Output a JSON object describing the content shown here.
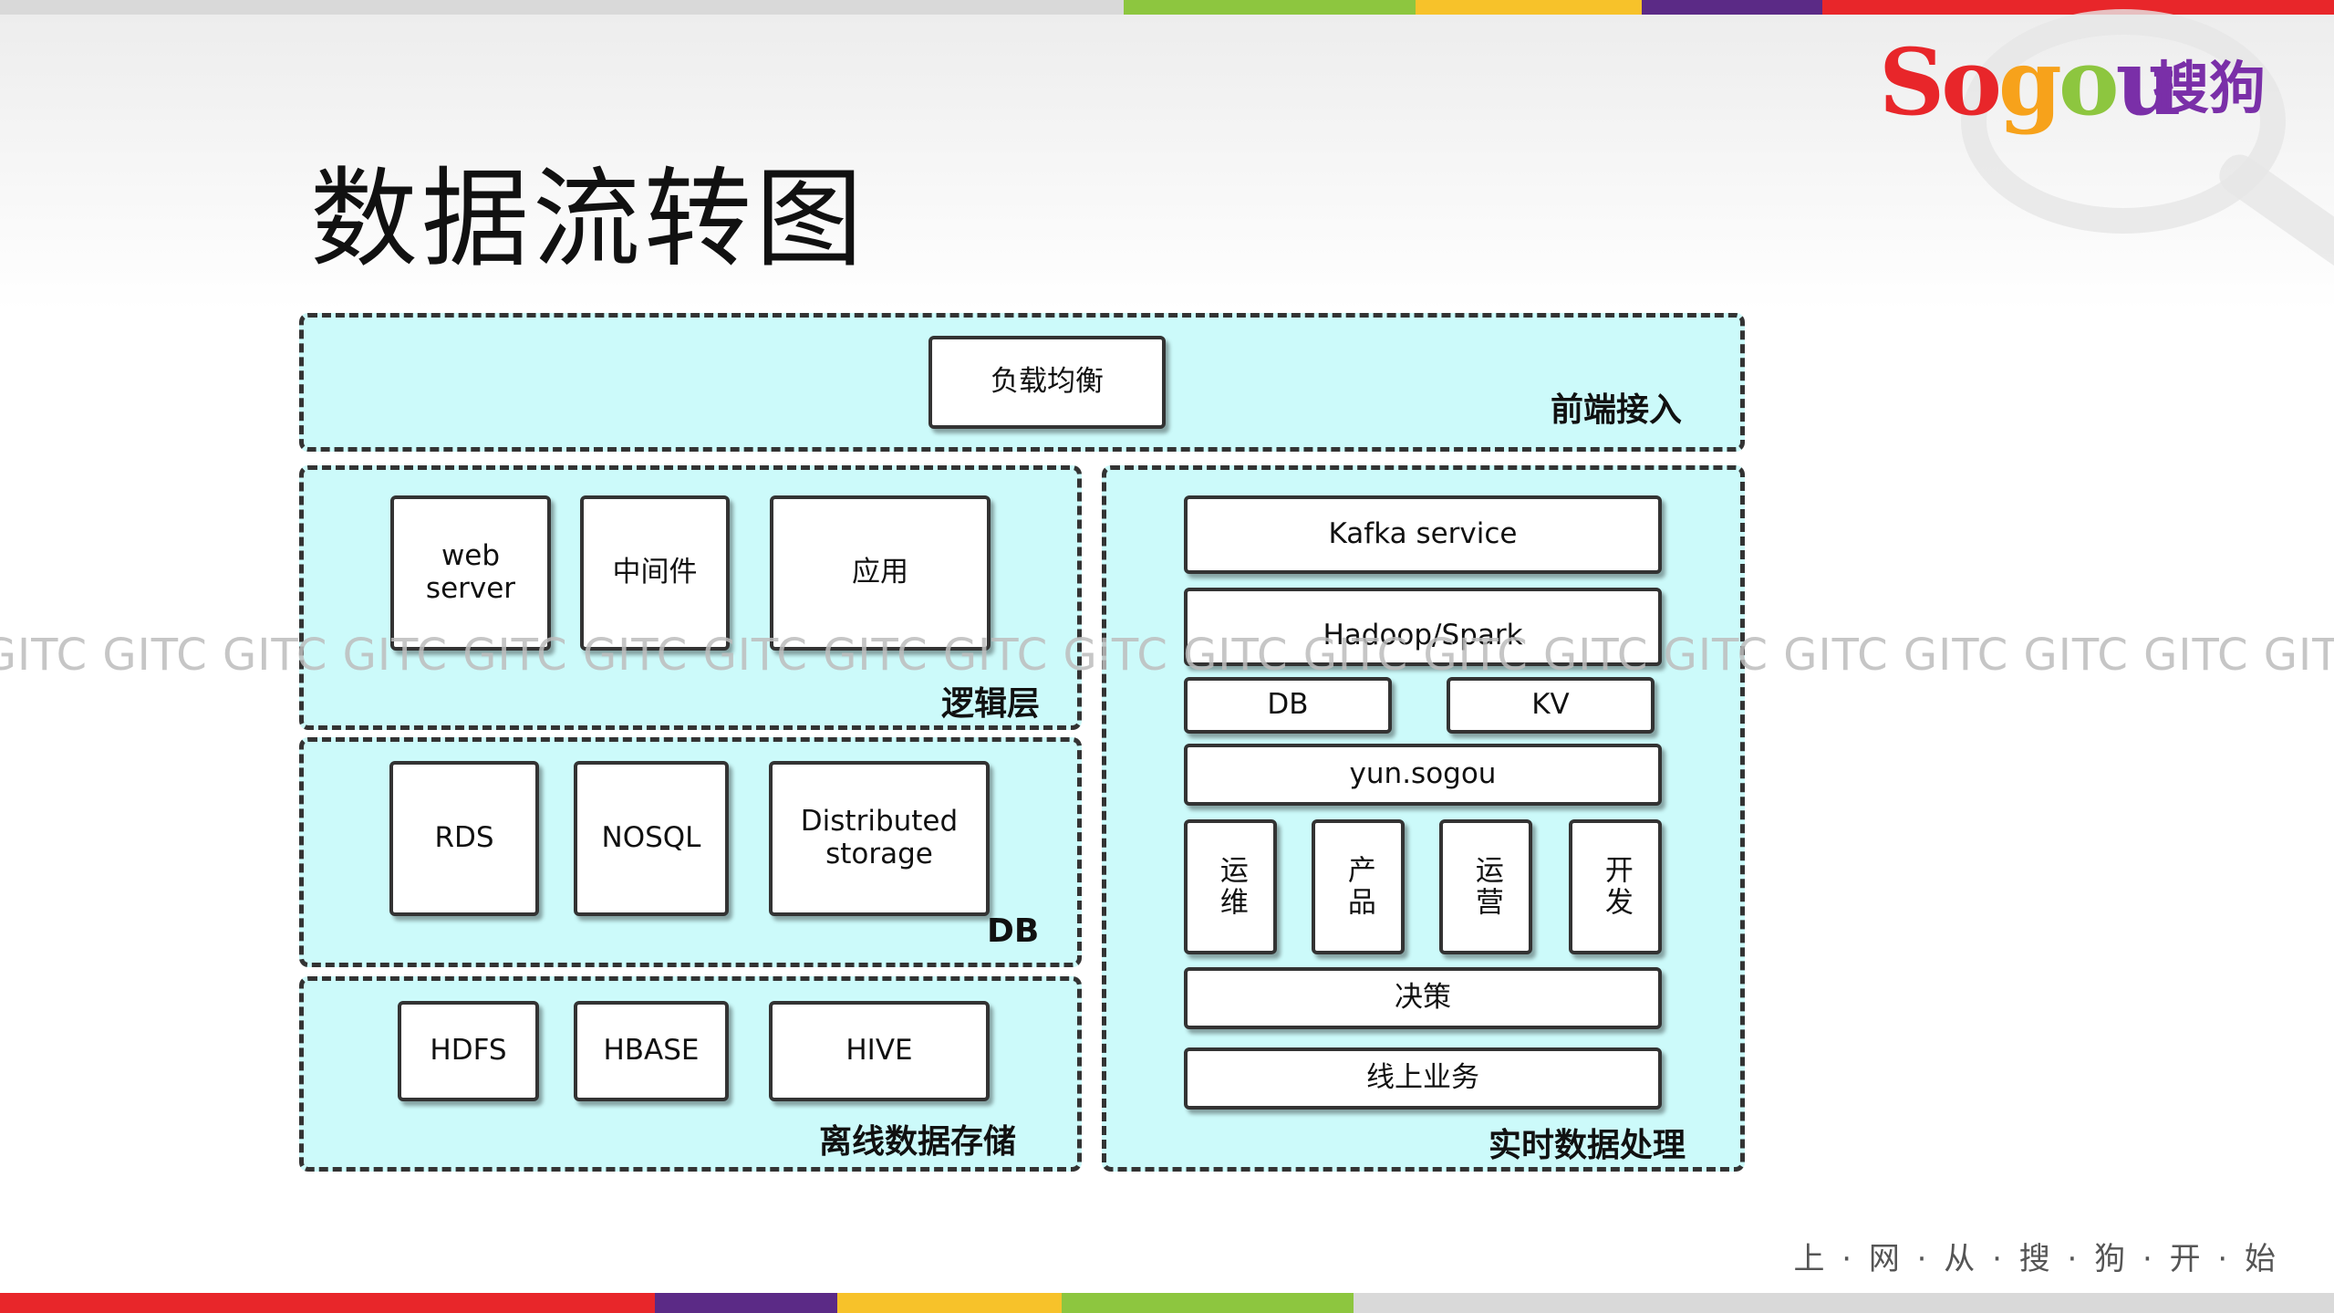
{
  "logo": {
    "text": "Sogou",
    "cn": "搜狗"
  },
  "title": "数据流转图",
  "groups": {
    "frontend": {
      "label": "前端接入",
      "load_balancer": "负载均衡"
    },
    "logic": {
      "label": "逻辑层",
      "web_server": "web server",
      "middleware": "中间件",
      "application": "应用"
    },
    "db": {
      "label": "DB",
      "rds": "RDS",
      "nosql": "NOSQL",
      "distributed_storage": "Distributed storage"
    },
    "offline": {
      "label": "离线数据存储",
      "hdfs": "HDFS",
      "hbase": "HBASE",
      "hive": "HIVE"
    },
    "realtime": {
      "label": "实时数据处理",
      "kafka": "Kafka service",
      "hadoop": "Hadoop/Spark",
      "db": "DB",
      "kv": "KV",
      "yun": "yun.sogou",
      "ops": "运维",
      "product": "产品",
      "operations": "运营",
      "dev": "开发",
      "decision": "决策",
      "online": "线上业务"
    }
  },
  "watermark": "C GITC GITC GITC GITC GITC GITC GITC GITC GITC GITC GITC GITC GITC GITC GITC GITC GITC GITC GITC GITC GITC GITC",
  "slogan": "上 · 网 · 从 · 搜 · 狗 · 开 · 始",
  "colors": {
    "group_fill": "#ccfafa",
    "strip_top": [
      "#d9d9d9",
      "#8dc63f",
      "#f7c22a",
      "#5b2a86",
      "#e8262a"
    ],
    "strip_bottom": [
      "#e8262a",
      "#5b2a86",
      "#f7c22a",
      "#8dc63f",
      "#d9d9d9"
    ]
  }
}
